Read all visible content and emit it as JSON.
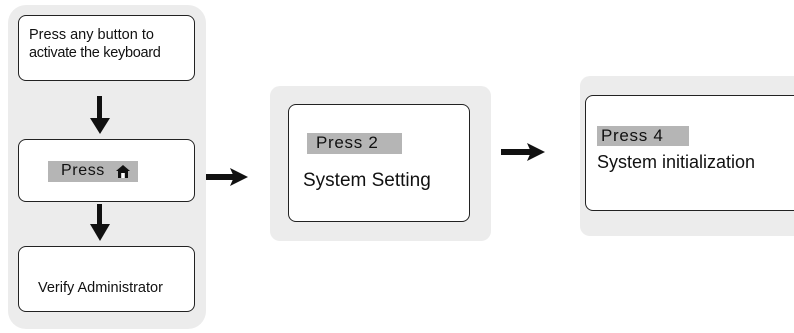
{
  "steps": {
    "activate_line1": "Press any button to",
    "activate_line2": "activate the keyboard",
    "press_home_label": "Press",
    "home_icon": "home-key-icon",
    "verify_label": "Verify Administrator",
    "press_2_label": "Press 2",
    "system_setting_label": "System Setting",
    "press_4_label": "Press 4",
    "system_init_label": "System initialization"
  },
  "colors": {
    "panel": "#ececec",
    "highlight": "#b5b5b5",
    "stroke": "#222222",
    "arrow": "#111111"
  },
  "icons": [
    "arrow-down-icon",
    "arrow-right-icon",
    "home-key-icon"
  ]
}
